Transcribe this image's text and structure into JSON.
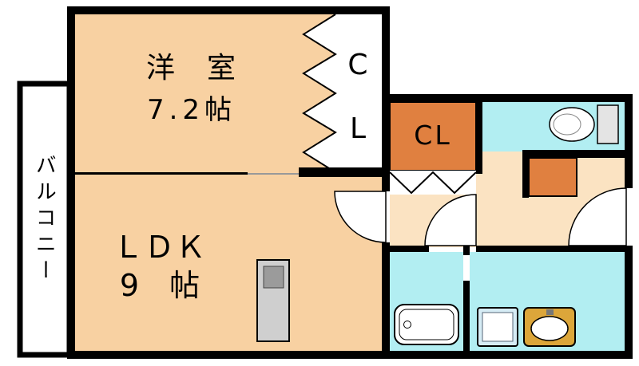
{
  "labels": {
    "balcony": "バルコニー",
    "western_room_name": "洋　室",
    "western_room_size": "7.2帖",
    "closet_top_line1": "C",
    "closet_top_line2": "L",
    "closet_mid": "CL",
    "ldk_name": "ＬＤＫ",
    "ldk_size": "9　帖"
  },
  "icons": [
    "toilet-icon",
    "bathtub-icon",
    "washing-machine-icon",
    "washbasin-icon",
    "kitchen-fixture-icon",
    "door-swing-arc",
    "closet-accordion-zigzag",
    "folding-door-zigzag"
  ],
  "colors": {
    "room": "#f8d1a2",
    "hall": "#fbe3c2",
    "closet": "#e08040",
    "wet": "#b2eef2",
    "wall": "#000000",
    "basin": "#dca63a",
    "washer": "#d6ecf5",
    "fixture_gray": "#cfcfcf",
    "fixture_gray_dark": "#9b9b9b"
  }
}
